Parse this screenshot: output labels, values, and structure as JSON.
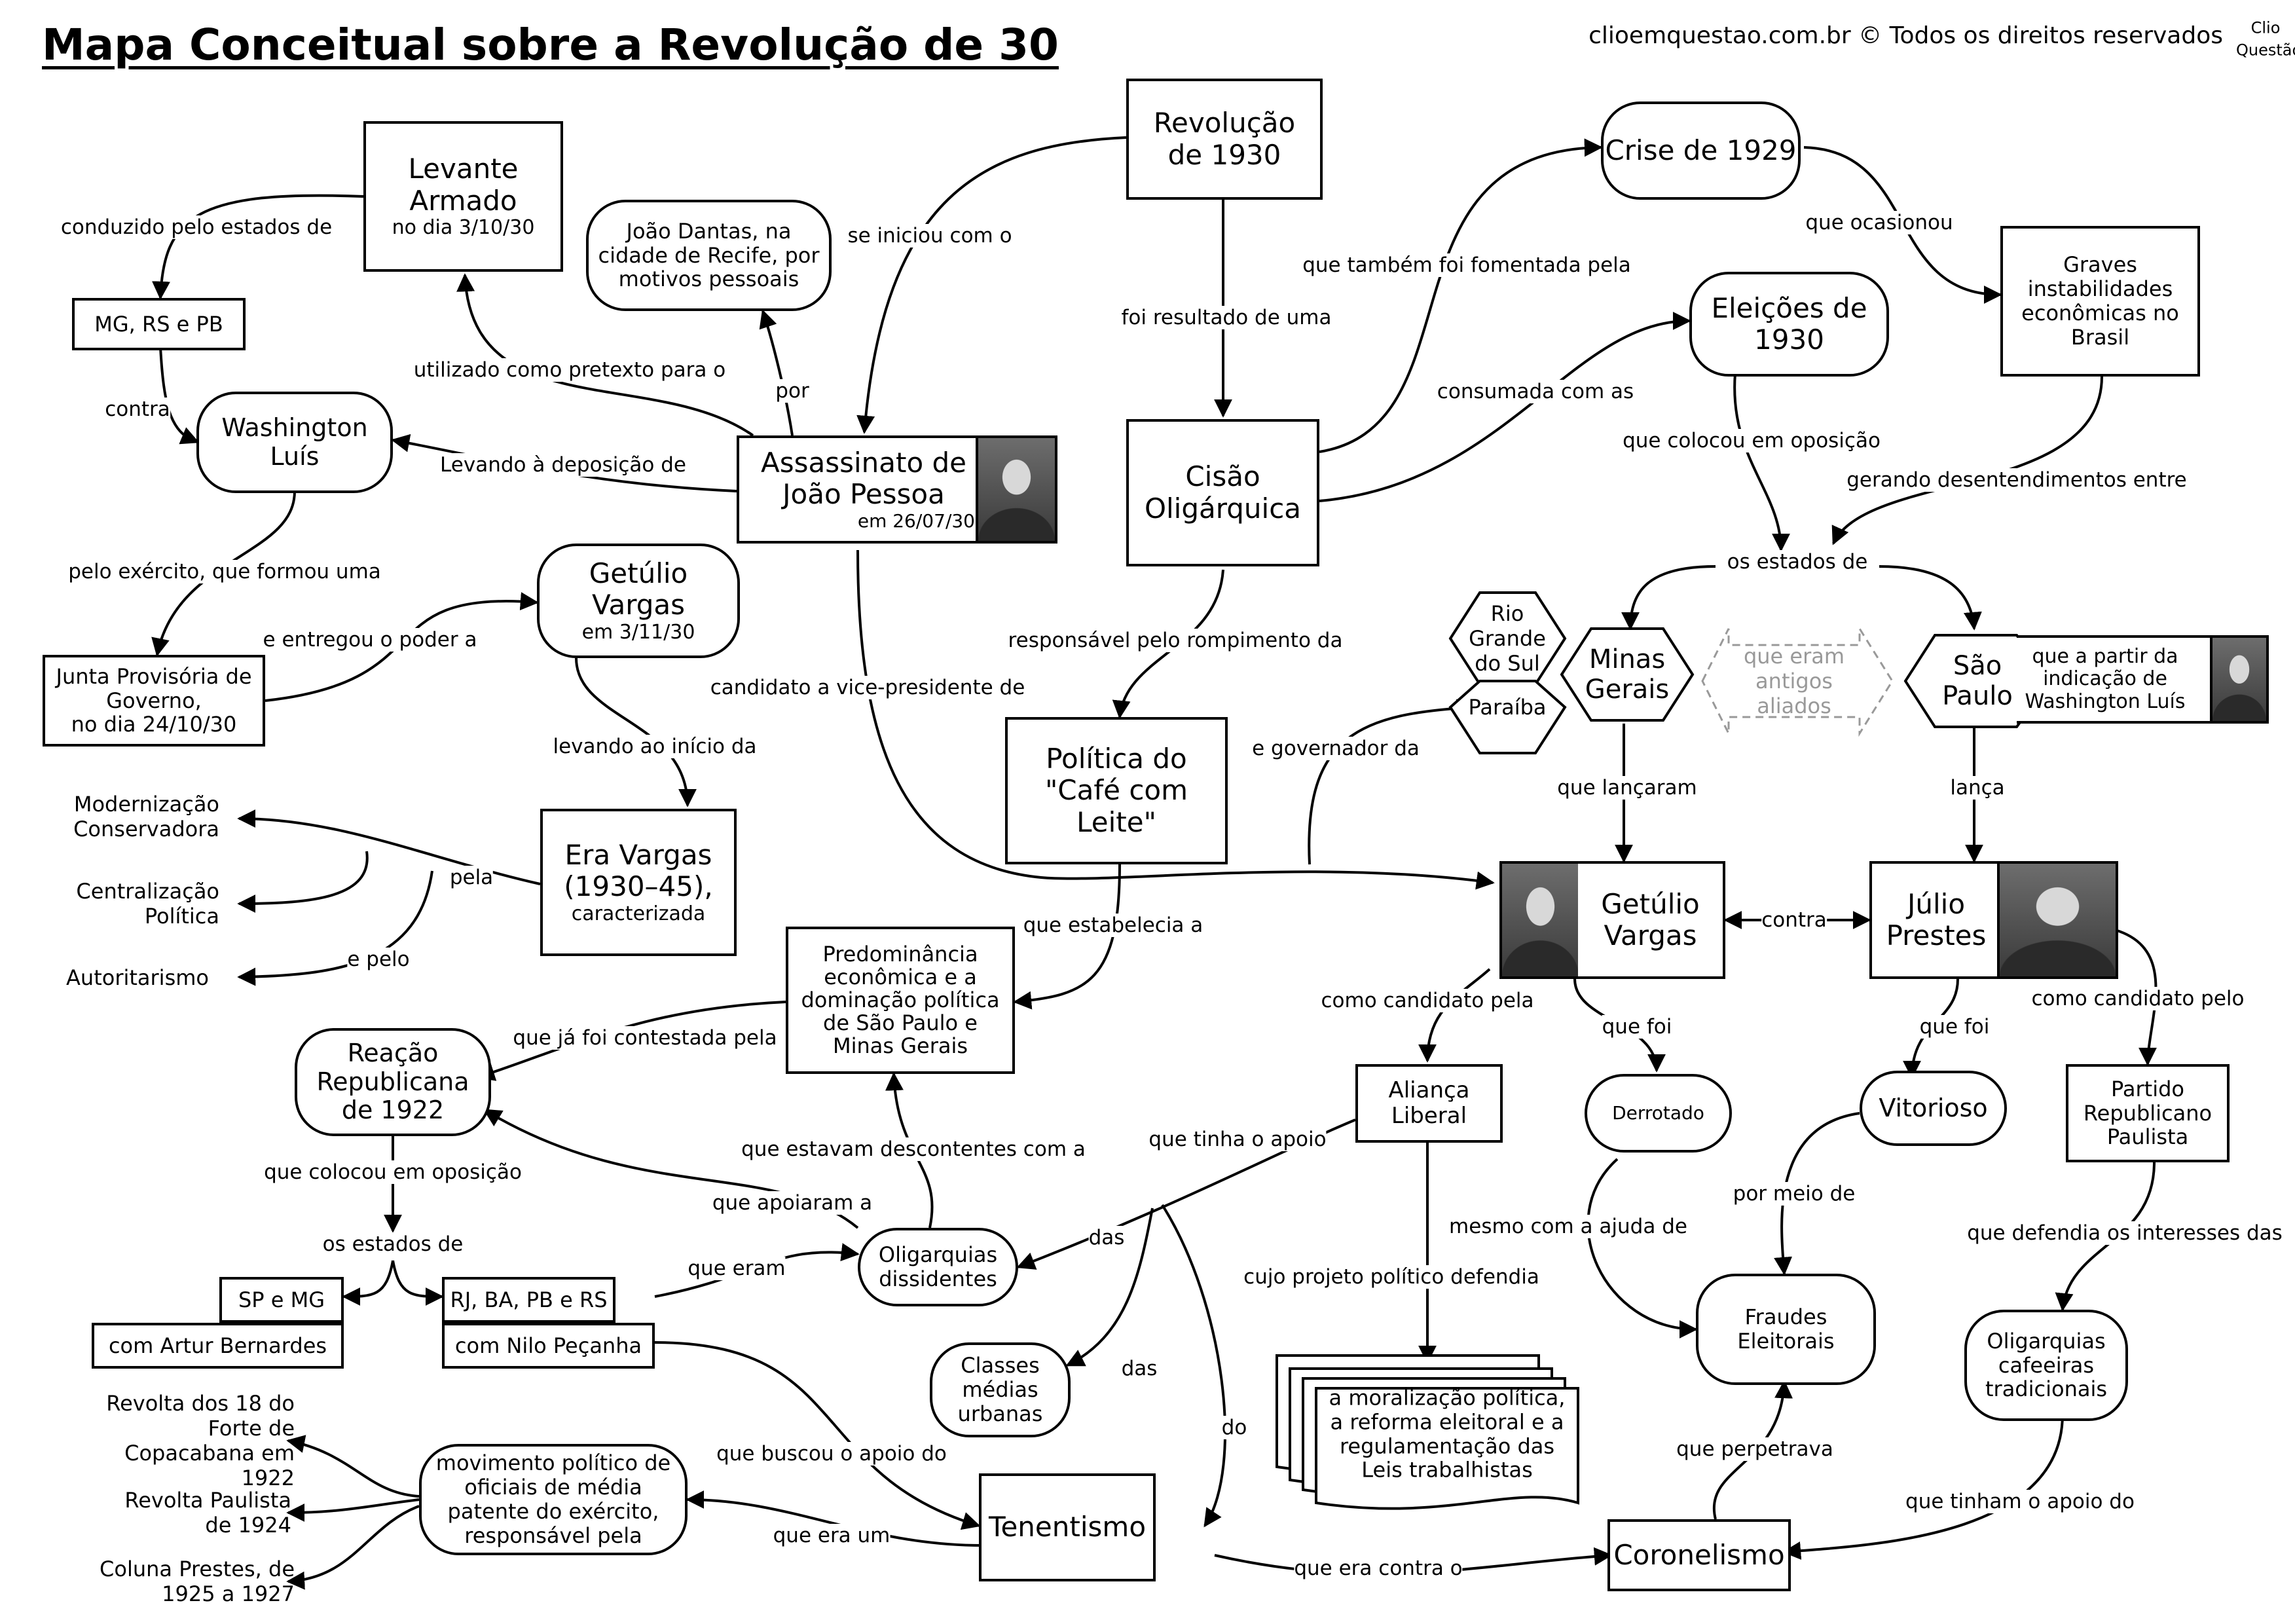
{
  "title": "Mapa Conceitual sobre a Revolução de 30",
  "header_credit": "clioemquestao.com.br © Todos os direitos reservados",
  "logo_text": "Clio Questão",
  "nodes": {
    "revolucao": "Revolução de 1930",
    "levante_title": "Levante Armado",
    "levante_date": "no dia 3/10/30",
    "joao_dantas": "João Dantas, na cidade de Recife, por motivos pessoais",
    "mg_rs_pb": "MG, RS e PB",
    "washington": "Washington Luís",
    "assassinato_title": "Assassinato de João Pessoa",
    "assassinato_date": "em 26/07/30",
    "getulio_title": "Getúlio Vargas",
    "getulio_date": "em 3/11/30",
    "junta_title": "Junta Provisória de Governo,",
    "junta_date": "no dia 24/10/30",
    "era_title": "Era Vargas (1930–45),",
    "era_sub": "caracterizada",
    "modernizacao": "Modernização Conservadora",
    "centralizacao": "Centralização Política",
    "autoritarismo": "Autoritarismo",
    "crise": "Crise de 1929",
    "graves": "Graves instabilidades econômicas no Brasil",
    "eleicoes": "Eleições de 1930",
    "cisao": "Cisão Oligárquica",
    "politica": "Política do \"Café com Leite\"",
    "predominancia": "Predominância econômica e a dominação política de São Paulo e Minas Gerais",
    "rio_grande": "Rio Grande do Sul",
    "minas": "Minas Gerais",
    "paraiba": "Paraíba",
    "sao_paulo": "São Paulo",
    "antigos": "que eram antigos aliados",
    "indicacao": "que a partir da indicação de Washington Luís",
    "getulio2": "Getúlio Vargas",
    "julio": "Júlio Prestes",
    "reacao": "Reação Republicana de 1922",
    "sp_mg": "SP e MG",
    "artur": "com Artur Bernardes",
    "rj_ba": "RJ, BA, PB e RS",
    "nilo": "com Nilo Peçanha",
    "oligarquias_dissidentes": "Oligarquias dissidentes",
    "alianca": "Aliança Liberal",
    "derrotado": "Derrotado",
    "vitorioso": "Vitorioso",
    "partido": "Partido Republicano Paulista",
    "classes": "Classes médias urbanas",
    "moralizacao": "a moralização política, a reforma eleitoral e a regulamentação das Leis trabalhistas",
    "fraudes": "Fraudes Eleitorais",
    "oligarquias_cafeeiras": "Oligarquias cafeeiras tradicionais",
    "revolta18": "Revolta dos 18 do Forte de Copacabana em 1922",
    "revolta_paulista": "Revolta Paulista de 1924",
    "coluna": "Coluna Prestes, de 1925 a 1927",
    "movimento": "movimento político de oficiais de média patente do exército, responsável pela",
    "tenentismo": "Tenentismo",
    "coronelismo": "Coronelismo"
  },
  "labels": {
    "conduzido": "conduzido pelo estados de",
    "contra1": "contra",
    "se_iniciou": "se iniciou com o",
    "por": "por",
    "utilizado": "utilizado como pretexto para o",
    "levando_deposicao": "Levando à deposição de",
    "pelo_exercito": "pelo exército, que formou uma",
    "entregou": "e entregou o poder a",
    "levando_inicio": "levando ao início da",
    "candidato_vice": "candidato a vice-presidente de",
    "pela": "pela",
    "e_pelo": "e pelo",
    "foi_resultado": "foi resultado de uma",
    "fomentada": "que também foi fomentada pela",
    "ocasionou": "que ocasionou",
    "consumada": "consumada com as",
    "colocou_oposicao": "que colocou em oposição",
    "gerando": "gerando desentendimentos entre",
    "estados_de": "os estados de",
    "responsavel": "responsável pelo rompimento da",
    "governador": "e governador da",
    "lancaram": "que lançaram",
    "lanca": "lança",
    "estabelecia": "que estabelecia a",
    "contestada": "que já foi contestada pela",
    "contra2": "contra",
    "candidato_pela": "como candidato pela",
    "que_foi1": "que foi",
    "que_foi2": "que foi",
    "candidato_pelo": "como candidato pelo",
    "descontentes": "que estavam descontentes com a",
    "apoiaram": "que apoiaram a",
    "tinha_apoio": "que tinha o apoio",
    "das1": "das",
    "das2": "das",
    "do": "do",
    "colocou_oposicao2": "que colocou em oposição",
    "estados_de2": "os estados de",
    "que_eram": "que eram",
    "mesmo_ajuda": "mesmo com a ajuda de",
    "por_meio": "por meio de",
    "defendia_interesses": "que defendia os interesses das",
    "projeto": "cujo projeto político defendia",
    "buscou": "que buscou o apoio do",
    "que_era_um": "que era um",
    "era_contra": "que era contra o",
    "perpetrava": "que perpetrava",
    "tinham_apoio": "que tinham o apoio do"
  }
}
